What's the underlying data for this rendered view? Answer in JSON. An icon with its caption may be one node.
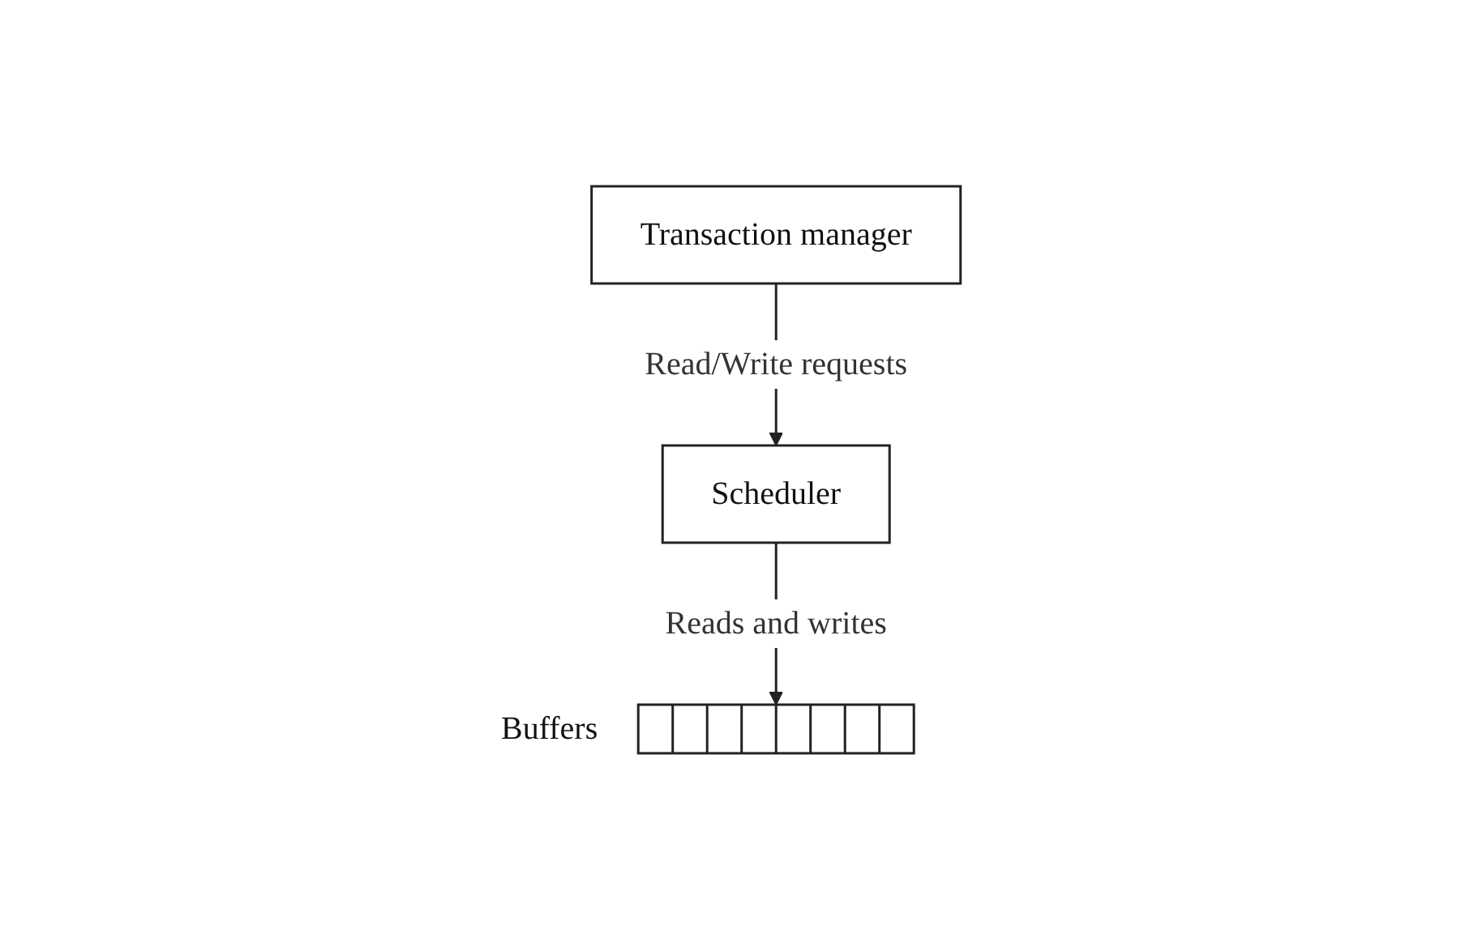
{
  "diagram": {
    "nodes": [
      {
        "text": [
          "Transaction manager"
        ]
      },
      {
        "text": [
          "Scheduler"
        ]
      },
      {
        "text": [],
        "shape": "bar",
        "beside": [
          "Buffers"
        ]
      }
    ],
    "edges": [
      {
        "from": 0,
        "to": 1,
        "arrow": "to",
        "label": "Read/Write requests"
      },
      {
        "from": 1,
        "to": 2,
        "arrow": "to",
        "label": "Reads and writes"
      }
    ]
  }
}
